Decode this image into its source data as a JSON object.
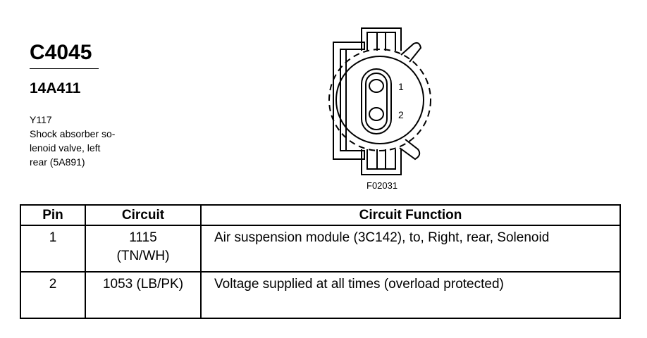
{
  "connector": {
    "id": "C4045",
    "part_number": "14A411",
    "description_lines": [
      "Y117",
      "Shock absorber so-",
      "lenoid valve, left",
      "rear (5A891)"
    ]
  },
  "diagram": {
    "figure_id": "F02031",
    "pin_labels": [
      "1",
      "2"
    ]
  },
  "table": {
    "headers": [
      "Pin",
      "Circuit",
      "Circuit Function"
    ],
    "rows": [
      {
        "pin": "1",
        "circuit_lines": [
          "1115",
          "(TN/WH)"
        ],
        "function": "Air suspension module (3C142), to, Right, rear, Solenoid"
      },
      {
        "pin": "2",
        "circuit_lines": [
          "1053 (LB/PK)"
        ],
        "function": "Voltage supplied at all times (overload protected)"
      }
    ]
  }
}
